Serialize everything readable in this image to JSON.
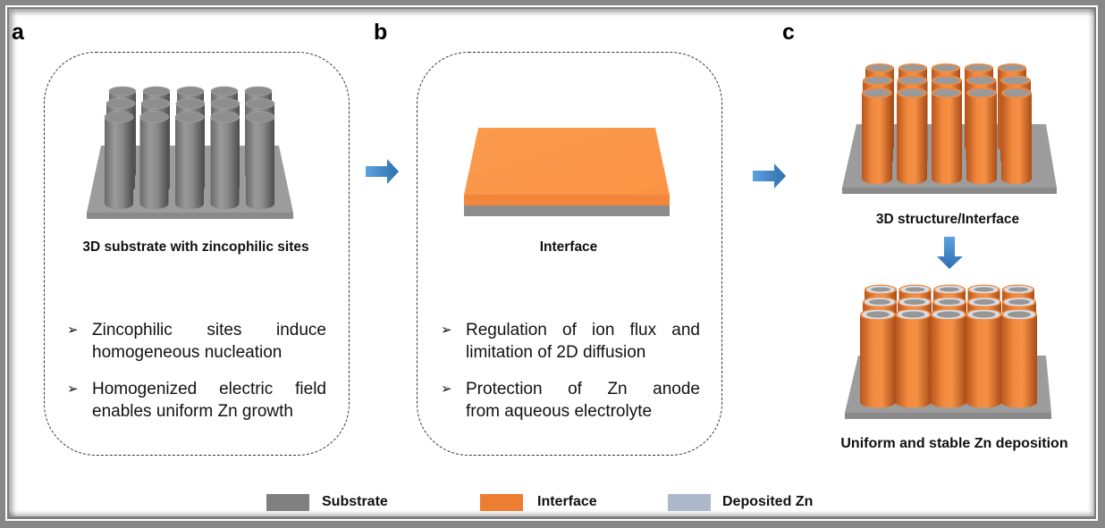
{
  "figure": {
    "panels": [
      {
        "letter": "a",
        "caption": "3D substrate with zincophilic sites",
        "bullets": [
          {
            "line1": "Zincophilic sites induce",
            "line2": "homogeneous nucleation"
          },
          {
            "line1": "Homogenized electric field",
            "line2": "enables uniform Zn growth"
          }
        ]
      },
      {
        "letter": "b",
        "caption": "Interface",
        "bullets": [
          {
            "line1": "Regulation of ion flux and",
            "line2": "limitation of 2D diffusion"
          },
          {
            "line1": "Protection of Zn anode",
            "line2": "from aqueous electrolyte"
          }
        ]
      },
      {
        "letter": "c",
        "caption_top": "3D structure/Interface",
        "caption_bottom": "Uniform and stable Zn deposition"
      }
    ],
    "bullet_icon": "arrowhead-bullet-icon",
    "arrow_icon": "right-arrow-icon",
    "legend": [
      {
        "label": "Substrate",
        "color": "#808080"
      },
      {
        "label": "Interface",
        "color": "#ED7D31"
      },
      {
        "label": "Deposited Zn",
        "color": "#ADB9CA"
      }
    ],
    "colors": {
      "arrow": "#4A8FD0",
      "substrate": "#8f8f8f",
      "interface": "#F28A3E",
      "deposited_zn": "#D6DEE9"
    }
  }
}
